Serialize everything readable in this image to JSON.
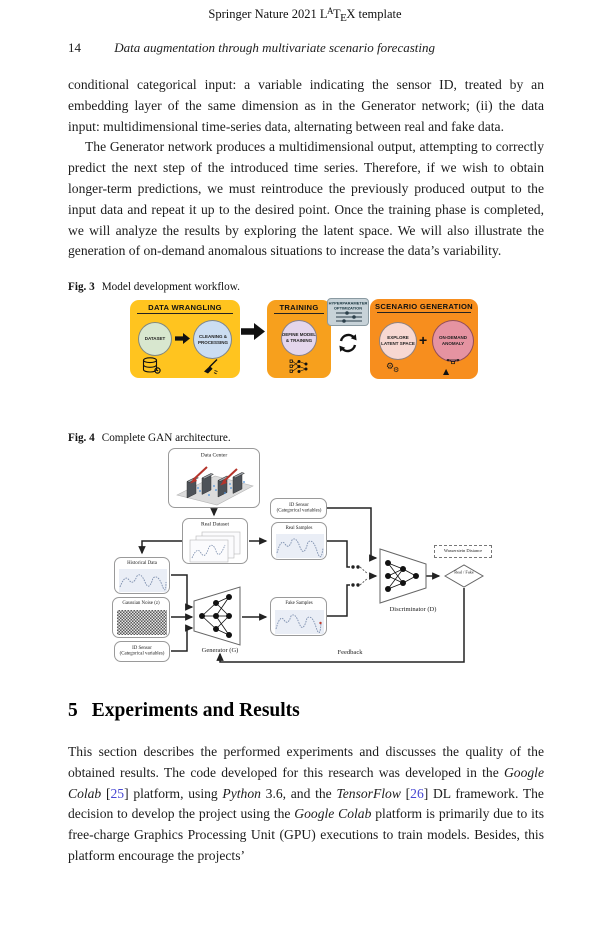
{
  "header": {
    "pre": "Springer Nature 2021 L",
    "latex_a": "A",
    "latex_t": "T",
    "latex_e": "E",
    "latex_x": "X",
    "post": " template"
  },
  "running_head": {
    "page_number": "14",
    "title": "Data augmentation through multivariate scenario forecasting"
  },
  "paragraphs": {
    "p1": "conditional categorical input: a variable indicating the sensor ID, treated by an embedding layer of the same dimension as in the Generator network; (ii) the data input: multidimensional time-series data, alternating between real and fake data.",
    "p2": "The Generator network produces a multidimensional output, attempting to correctly predict the next step of the introduced time series. Therefore, if we wish to obtain longer-term predictions, we must reintroduce the previously produced output to the input data and repeat it up to the desired point. Once the training phase is completed, we will analyze the results by exploring the latent space. We will also illustrate the generation of on-demand anomalous situations to increase the data’s variability."
  },
  "fig3": {
    "label": "Fig. 3",
    "caption": "Model development workflow.",
    "wrangling_title": "DATA WRANGLING",
    "dataset_label": "DATASET",
    "cleaning_label": "CLEANING & PROCESSING",
    "training_title": "TRAINING",
    "training_circle_label": "DEFINE MODEL & TRAINING",
    "hyper_title": "HYPERPARAMETER OPTIMIZATION",
    "scenario_title": "SCENARIO GENERATION",
    "explore_label": "EXPLORE LATENT SPACE",
    "plus": "+",
    "anomaly_label": "ON-DEMAND ANOMALY"
  },
  "fig4": {
    "label": "Fig. 4",
    "caption": "Complete GAN architecture.",
    "data_center": "Data Center",
    "real_dataset": "Real Dataset",
    "id_sensor_line1": "ID Sensor",
    "id_sensor_line2": "(Categorical variables)",
    "real_samples": "Real Samples",
    "historical_data": "Historical Data",
    "gaussian_noise": "Gaussian Noise (z)",
    "fake_samples": "Fake Samples",
    "generator": "Generator (G)",
    "discriminator": "Discriminator (D)",
    "wasserstein": "Wasserstein Distance",
    "real_fake": "Real / Fake",
    "feedback": "Feedback"
  },
  "section": {
    "number": "5",
    "title": "Experiments and Results"
  },
  "para3": {
    "t1": "This section describes the performed experiments and discusses the quality of the obtained results. The code developed for this research was developed in the ",
    "i1": "Google Colab",
    "t2": " [",
    "c1": "25",
    "t3": "] platform, using ",
    "i2": "Python",
    "t4": " 3.6, and the ",
    "i3": "TensorFlow",
    "t5": " [",
    "c2": "26",
    "t6": "] DL framework. The decision to develop the project using the ",
    "i4": "Google Colab",
    "t7": " platform is primarily due to its free-charge Graphics Processing Unit (GPU) executions to train models. Besides, this platform encourage the projects’"
  },
  "colors": {
    "cite_link": "#4646d2",
    "wrangling_box": "#ffc41f",
    "training_box": "#f7a01d",
    "scenario_box": "#f78e1e",
    "hyper_box": "#c7d2d8",
    "dataset_circle": "#d8e7cf",
    "cleaning_circle": "#cbddf1",
    "training_circle": "#e4d6ec",
    "explore_circle": "#f7d8d2",
    "anomaly_circle": "#e593a1"
  }
}
